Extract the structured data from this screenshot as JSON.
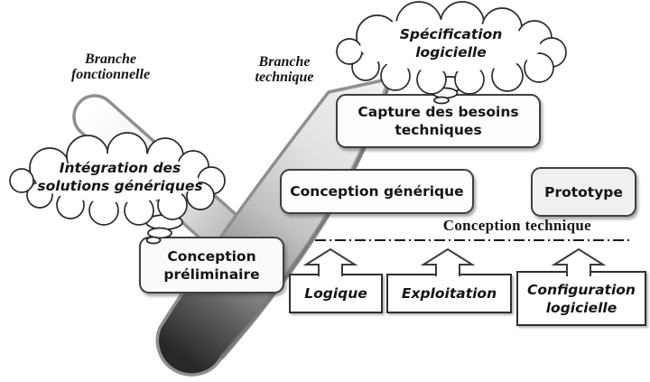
{
  "diagram": {
    "branches": {
      "functional": {
        "line1": "Branche",
        "line2": "fonctionnelle"
      },
      "technical": {
        "line1": "Branche",
        "line2": "technique"
      }
    },
    "clouds": {
      "specification": {
        "line1": "Spécification",
        "line2": "logicielle"
      },
      "integration": {
        "line1": "Intégration des",
        "line2": "solutions génériques"
      }
    },
    "boxes": {
      "capture": {
        "line1": "Capture des besoins",
        "line2": "techniques"
      },
      "generic_design": {
        "label": "Conception générique"
      },
      "prototype": {
        "label": "Prototype"
      },
      "preliminary_design": {
        "line1": "Conception",
        "line2": "préliminaire"
      },
      "logic": {
        "label": "Logique"
      },
      "operation": {
        "label": "Exploitation"
      },
      "software_configuration": {
        "line1": "Configuration",
        "line2": "logicielle"
      }
    },
    "section_label": "Conception technique",
    "colors": {
      "background": "#ffffff",
      "ink": "#141414",
      "tube_top": "#f1f1f1",
      "tube_bottom": "#282828",
      "tube_outline": "#8f8f8f",
      "box_border": "#3f3f3f",
      "prototype_fill": "#f0f0f0"
    }
  }
}
